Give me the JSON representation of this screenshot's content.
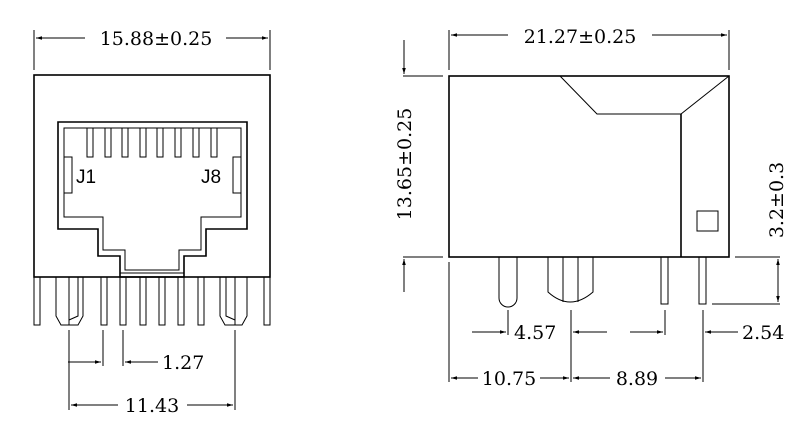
{
  "front_view": {
    "width_dim": "15.88±0.25",
    "pin_label_left": "J1",
    "pin_label_right": "J8",
    "pitch_dim": "1.27",
    "post_spacing_dim": "11.43"
  },
  "side_view": {
    "length_dim": "21.27±0.25",
    "height_dim": "13.65±0.25",
    "pin_length_dim": "3.2±0.3",
    "post_offset_dim": "4.57",
    "pin_offset_dim": "2.54",
    "front_to_post_dim": "10.75",
    "post_to_pin_dim": "8.89"
  }
}
